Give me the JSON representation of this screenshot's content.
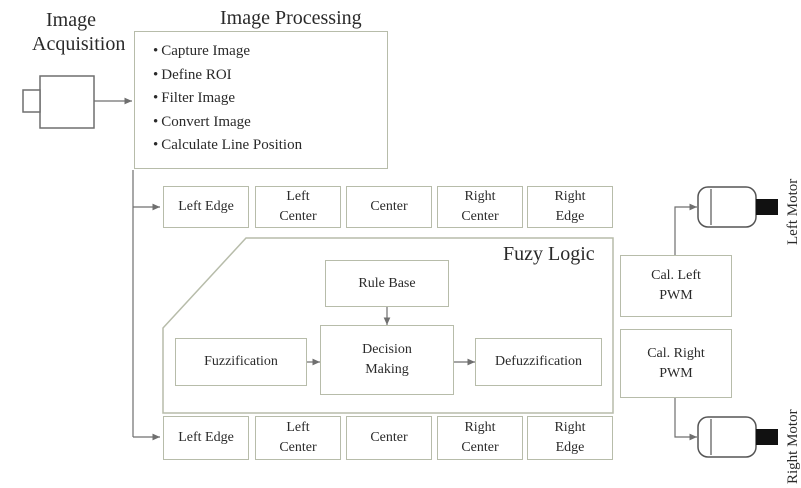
{
  "labels": {
    "image_acquisition": [
      "Image",
      "Acquisition"
    ],
    "image_processing": "Image Processing",
    "fuzzy_logic": "Fuzy Logic",
    "left_motor": "Left Motor",
    "right_motor": "Right Motor"
  },
  "processing_steps": [
    "Capture Image",
    "Define ROI",
    "Filter Image",
    "Convert Image",
    "Calculate Line Position"
  ],
  "top_row": [
    [
      "Left Edge"
    ],
    [
      "Left",
      "Center"
    ],
    [
      "Center"
    ],
    [
      "Right",
      "Center"
    ],
    [
      "Right",
      "Edge"
    ]
  ],
  "bottom_row": [
    [
      "Left Edge"
    ],
    [
      "Left",
      "Center"
    ],
    [
      "Center"
    ],
    [
      "Right",
      "Center"
    ],
    [
      "Right",
      "Edge"
    ]
  ],
  "fuzzy": {
    "rule_base": "Rule Base",
    "fuzzification": "Fuzzification",
    "decision": [
      "Decision",
      "Making"
    ],
    "defuzzification": "Defuzzification"
  },
  "pwm": {
    "left": [
      "Cal. Left",
      "PWM"
    ],
    "right": [
      "Cal. Right",
      "PWM"
    ]
  },
  "colors": {
    "border": "#b7bcaa",
    "line": "#6f6f6f",
    "text": "#2a2a2a"
  }
}
